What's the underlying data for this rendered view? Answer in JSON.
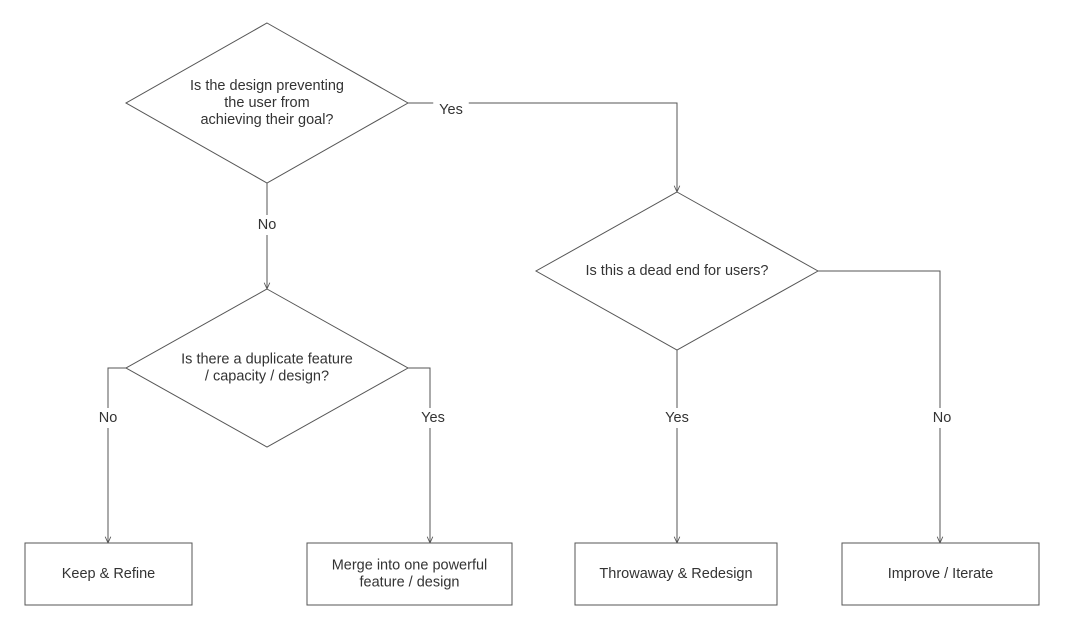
{
  "diagram": {
    "type": "flowchart",
    "nodes": [
      {
        "id": "q1",
        "shape": "decision",
        "lines": [
          "Is the design preventing",
          "the user from",
          "achieving their goal?"
        ]
      },
      {
        "id": "q2",
        "shape": "decision",
        "lines": [
          "Is there a duplicate feature",
          "/ capacity / design?"
        ]
      },
      {
        "id": "q3",
        "shape": "decision",
        "lines": [
          "Is this a dead end for users?"
        ]
      },
      {
        "id": "r1",
        "shape": "process",
        "lines": [
          "Keep & Refine"
        ]
      },
      {
        "id": "r2",
        "shape": "process",
        "lines": [
          "Merge into one powerful",
          "feature / design"
        ]
      },
      {
        "id": "r3",
        "shape": "process",
        "lines": [
          "Throwaway & Redesign"
        ]
      },
      {
        "id": "r4",
        "shape": "process",
        "lines": [
          "Improve / Iterate"
        ]
      }
    ],
    "edges": [
      {
        "id": "e1",
        "from": "q1",
        "to": "q3",
        "label": "Yes"
      },
      {
        "id": "e2",
        "from": "q1",
        "to": "q2",
        "label": "No"
      },
      {
        "id": "e3",
        "from": "q2",
        "to": "r1",
        "label": "No"
      },
      {
        "id": "e4",
        "from": "q2",
        "to": "r2",
        "label": "Yes"
      },
      {
        "id": "e5",
        "from": "q3",
        "to": "r3",
        "label": "Yes"
      },
      {
        "id": "e6",
        "from": "q3",
        "to": "r4",
        "label": "No"
      }
    ]
  },
  "colors": {
    "line": "#555555",
    "text": "#333333",
    "background": "#ffffff"
  }
}
